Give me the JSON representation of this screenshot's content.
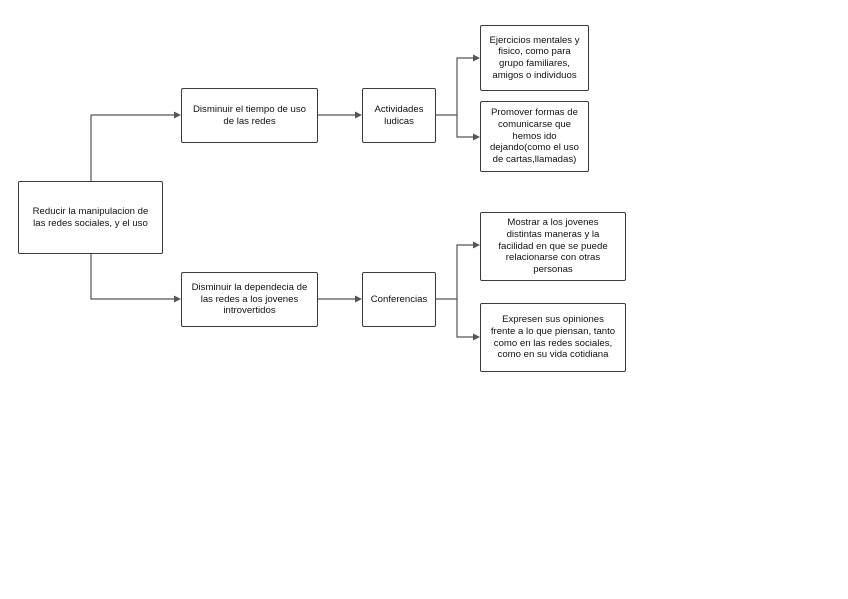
{
  "diagram": {
    "nodes": {
      "root": "Reducir la manipulacion de\nlas redes sociales, y el uso",
      "b1": "Disminuir el tiempo de uso\nde las redes",
      "b2": "Disminuir la dependecia de\nlas redes a los jovenes\nintrovertidos",
      "m1": "Actividades\nludicas",
      "m2": "Conferencias",
      "l1": "Ejercicios mentales y\nfisico, como para\ngrupo familiares,\namigos o individuos",
      "l2": "Promover formas de\ncomunicarse que\nhemos ido\ndejando(como el uso\nde cartas,llamadas)",
      "l3": "Mostrar a los jovenes\ndistintas maneras y la\nfacilidad en que se puede\nrelacionarse con otras\npersonas",
      "l4": "Expresen sus opiniones\nfrente a lo que piensan, tanto\ncomo en las redes sociales,\ncomo en su vida cotidiana"
    },
    "colors": {
      "border": "#3a3a3a",
      "connector": "#555555",
      "text": "#111111"
    }
  }
}
